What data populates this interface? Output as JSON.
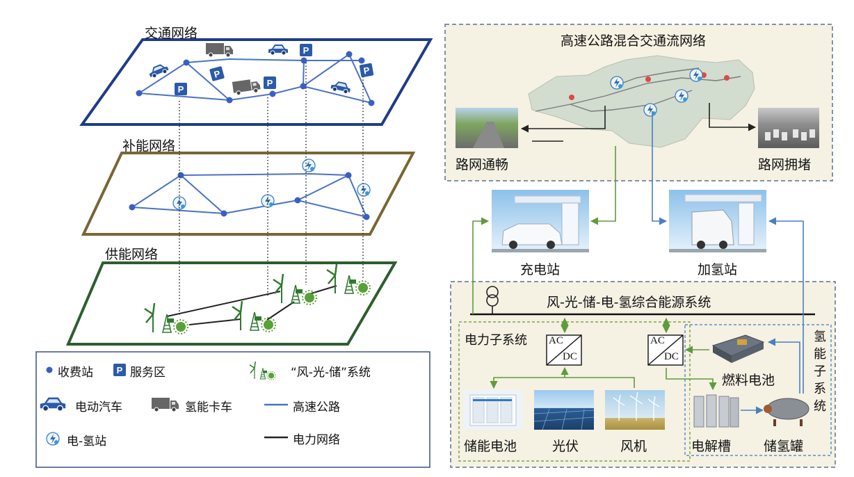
{
  "layers": {
    "traffic": "交通网络",
    "energy_supply": "补能网络",
    "power_supply": "供能网络"
  },
  "legend": {
    "toll_station": "收费站",
    "service_area": "服务区",
    "system": "“风-光-储”系统",
    "ev": "电动汽车",
    "h2_truck": "氢能卡车",
    "highway": "高速公路",
    "eh_station": "电-氢站",
    "power_network": "电力网络",
    "parking_glyph": "P"
  },
  "highway_panel": {
    "title": "高速公路混合交通流网络",
    "smooth": "路网通畅",
    "congested": "路网拥堵"
  },
  "stations": {
    "charging": "充电站",
    "hydrogen": "加氢站"
  },
  "integrated": {
    "title": "风-光-储-电-氢综合能源系统",
    "power_subsystem": "电力子系统",
    "hydrogen_subsystem": "氢能子系统",
    "converter_ac": "AC",
    "converter_dc": "DC",
    "battery": "储能电池",
    "pv": "光伏",
    "wind": "风机",
    "fuel_cell": "燃料电池",
    "electrolyzer": "电解槽",
    "h2_tank": "储氢罐"
  },
  "colors": {
    "traffic_border": "#1f3c88",
    "energy_border": "#7a6634",
    "power_border": "#2e5e2e",
    "highway_line": "#4a72c4",
    "node": "#3a5fbf",
    "green_arrow": "#5f9a3f",
    "blue_arrow": "#4a7fc1"
  }
}
